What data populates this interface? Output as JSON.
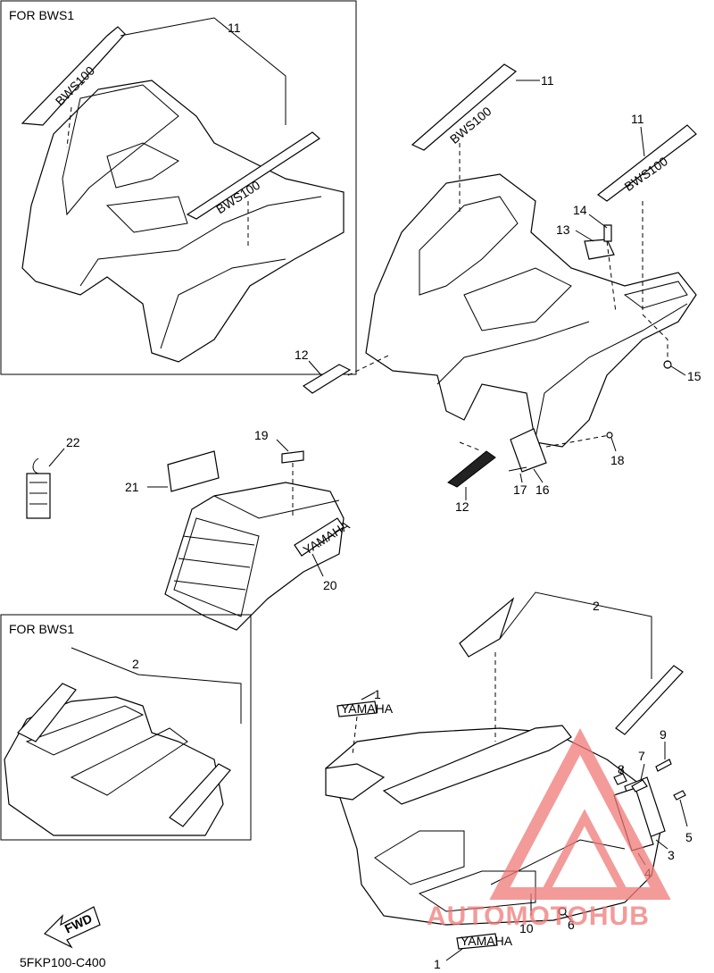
{
  "inset_top_label": "FOR BWS1",
  "inset_bottom_label": "FOR BWS1",
  "callouts": {
    "c1a": "1",
    "c1b": "1",
    "c2a": "2",
    "c2b": "2",
    "c3": "3",
    "c4": "4",
    "c5": "5",
    "c6": "6",
    "c7": "7",
    "c8": "8",
    "c9": "9",
    "c10": "10",
    "c11a": "11",
    "c11b": "11",
    "c11c": "11",
    "c12a": "12",
    "c12b": "12",
    "c13": "13",
    "c14": "14",
    "c15": "15",
    "c16": "16",
    "c17": "17",
    "c18": "18",
    "c19": "19",
    "c20": "20",
    "c21": "21",
    "c22": "22"
  },
  "decal_text": {
    "bws_decal": "BWS100",
    "yamaha_badge": "YAMAHA",
    "fwd_arrow": "FWD"
  },
  "diagram_code": "5FKP100-C400",
  "watermark": {
    "text": "AUTOMOTOHUB",
    "color": "#f07a78",
    "accent_color": "#f5b400"
  }
}
